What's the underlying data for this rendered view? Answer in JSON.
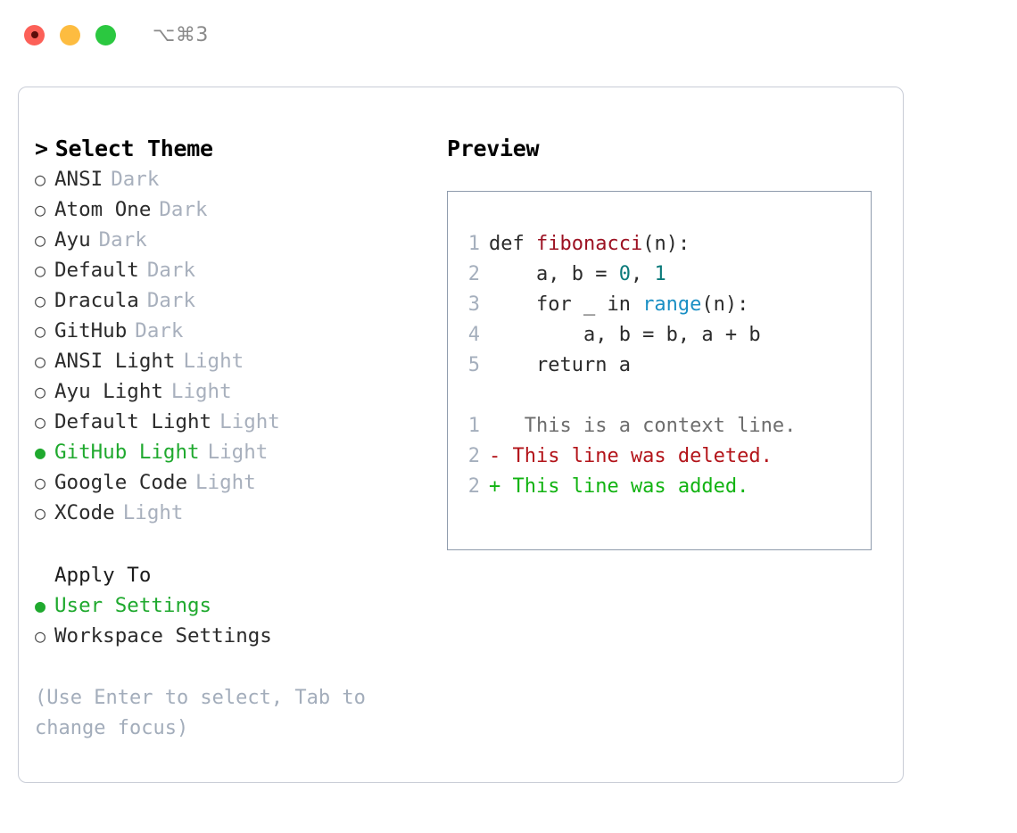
{
  "titlebar": {
    "shortcut": "⌥⌘3",
    "buttons": {
      "close": "close",
      "minimize": "minimize",
      "maximize": "maximize"
    }
  },
  "theme_panel": {
    "header": "Select Theme",
    "caret": ">",
    "bullet_unselected": "○",
    "bullet_selected": "●",
    "items": [
      {
        "label": "ANSI",
        "variant": "Dark",
        "selected": false
      },
      {
        "label": "Atom One",
        "variant": "Dark",
        "selected": false
      },
      {
        "label": "Ayu",
        "variant": "Dark",
        "selected": false
      },
      {
        "label": "Default",
        "variant": "Dark",
        "selected": false
      },
      {
        "label": "Dracula",
        "variant": "Dark",
        "selected": false
      },
      {
        "label": "GitHub",
        "variant": "Dark",
        "selected": false
      },
      {
        "label": "ANSI Light",
        "variant": "Light",
        "selected": false
      },
      {
        "label": "Ayu Light",
        "variant": "Light",
        "selected": false
      },
      {
        "label": "Default Light",
        "variant": "Light",
        "selected": false
      },
      {
        "label": "GitHub Light",
        "variant": "Light",
        "selected": true
      },
      {
        "label": "Google Code",
        "variant": "Light",
        "selected": false
      },
      {
        "label": "XCode",
        "variant": "Light",
        "selected": false
      }
    ]
  },
  "apply_to": {
    "header": "Apply To",
    "items": [
      {
        "label": "User Settings",
        "selected": true
      },
      {
        "label": "Workspace Settings",
        "selected": false
      }
    ]
  },
  "hint": "(Use Enter to select, Tab to change focus)",
  "preview": {
    "header": "Preview",
    "code_lines": [
      {
        "number": "1",
        "tokens": [
          {
            "text": "def ",
            "type": "kw"
          },
          {
            "text": "fibonacci",
            "type": "fn"
          },
          {
            "text": "(n):",
            "type": "plain"
          }
        ]
      },
      {
        "number": "2",
        "tokens": [
          {
            "text": "    a, b = ",
            "type": "plain"
          },
          {
            "text": "0",
            "type": "num"
          },
          {
            "text": ", ",
            "type": "plain"
          },
          {
            "text": "1",
            "type": "num"
          }
        ]
      },
      {
        "number": "3",
        "tokens": [
          {
            "text": "    for _ in ",
            "type": "plain"
          },
          {
            "text": "range",
            "type": "builtin"
          },
          {
            "text": "(n):",
            "type": "plain"
          }
        ]
      },
      {
        "number": "4",
        "tokens": [
          {
            "text": "        a, b = b, a + b",
            "type": "plain"
          }
        ]
      },
      {
        "number": "5",
        "tokens": [
          {
            "text": "    return a",
            "type": "plain"
          }
        ]
      }
    ],
    "diff_lines": [
      {
        "number": "1",
        "marker": " ",
        "text": "  This is a context line.",
        "kind": "context"
      },
      {
        "number": "2",
        "marker": "-",
        "text": " This line was deleted.",
        "kind": "del"
      },
      {
        "number": "2",
        "marker": "+",
        "text": " This line was added.",
        "kind": "add"
      }
    ]
  },
  "colors": {
    "accent_green": "#1fa92e",
    "diff_add": "#12b312",
    "diff_del": "#b3141a",
    "muted": "#a8b0bd",
    "panel_border": "#c8ccd6",
    "preview_border": "#8e9bac"
  }
}
